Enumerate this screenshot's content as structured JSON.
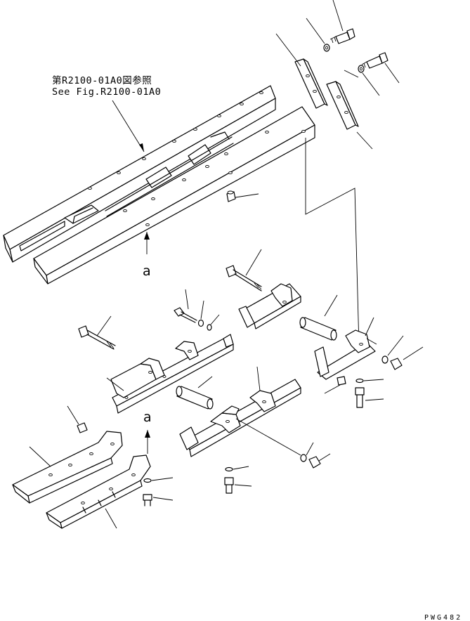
{
  "reference_note": {
    "japanese": "第R2100-01A0図参照",
    "english": "See Fig.R2100-01A0"
  },
  "view_marks": {
    "upper": "a",
    "lower": "a"
  },
  "drawing_code": "PWG482"
}
